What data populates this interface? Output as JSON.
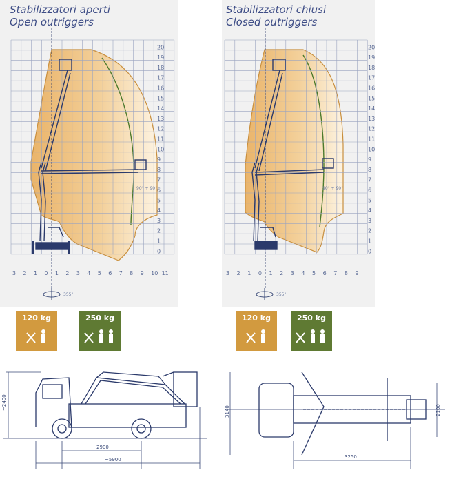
{
  "left_panel": {
    "title_it": "Stabilizzatori aperti",
    "title_en": "Open outriggers",
    "y_ticks": [
      "20",
      "19",
      "18",
      "17",
      "16",
      "15",
      "14",
      "13",
      "12",
      "11",
      "10",
      "9",
      "8",
      "7",
      "6",
      "5",
      "4",
      "3",
      "2",
      "1",
      "0"
    ],
    "x_ticks": [
      "3",
      "2",
      "1",
      "0",
      "1",
      "2",
      "3",
      "4",
      "5",
      "6",
      "7",
      "8",
      "9",
      "10",
      "11"
    ],
    "rotation_label": "355°",
    "basket_rotation": "90° + 90°",
    "badge_light": "120 kg",
    "badge_heavy": "250 kg"
  },
  "right_panel": {
    "title_it": "Stabilizzatori chiusi",
    "title_en": "Closed outriggers",
    "y_ticks": [
      "20",
      "19",
      "18",
      "17",
      "16",
      "15",
      "14",
      "13",
      "12",
      "11",
      "10",
      "9",
      "8",
      "7",
      "6",
      "5",
      "4",
      "3",
      "2",
      "1",
      "0"
    ],
    "x_ticks": [
      "3",
      "2",
      "1",
      "0",
      "1",
      "2",
      "3",
      "4",
      "5",
      "6",
      "7",
      "8",
      "9"
    ],
    "rotation_label": "355°",
    "basket_rotation": "90° + 90°",
    "badge_light": "120 kg",
    "badge_heavy": "250 kg"
  },
  "side_view": {
    "height": "~2400",
    "wheelbase": "2900",
    "length": "~5900"
  },
  "top_view": {
    "outrigger_span": "3140",
    "width": "2100",
    "rear_length": "3250"
  },
  "colors": {
    "envelope": "#f0c98a",
    "envelope_light": "#fbefd7",
    "envelope_stroke": "#c98f3d",
    "green_line": "#4c7a2b",
    "grid": "#9aa3c0",
    "machine": "#2b3a6b",
    "badge_orange": "#d29a3f",
    "badge_green": "#5f7a33"
  }
}
